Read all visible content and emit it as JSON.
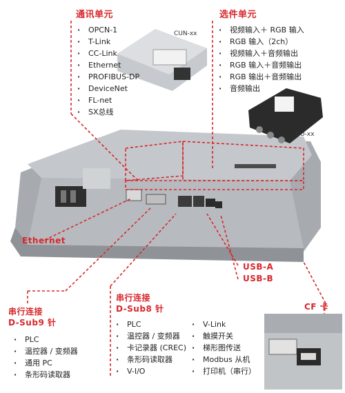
{
  "comm_unit": {
    "title": "通讯单元",
    "items": [
      "OPCN-1",
      "T-Link",
      "CC-Link",
      "Ethernet",
      "PROFIBUS-DP",
      "DeviceNet",
      "FL-net",
      "SX总线"
    ]
  },
  "option_unit": {
    "title": "选件单元",
    "items": [
      "视频输入＋ RGB 输入",
      "RGB 输入（2ch）",
      "视频输入＋音频输出",
      "RGB 输入＋音频输出",
      "RGB 输出＋音频输出",
      "音频输出"
    ]
  },
  "cun_label": "CUN-xx",
  "gu_label": "GU-xx",
  "ethernet_label": "Ethernet",
  "usb_a_label": "USB-A",
  "usb_b_label": "USB-B",
  "cf_label": "CF 卡",
  "serial_dsub9": {
    "title_line1": "串行连接",
    "title_line2": "D-Sub9 针",
    "items": [
      "PLC",
      "温控器 / 变频器",
      "通用 PC",
      "条形码读取器"
    ]
  },
  "serial_dsub8": {
    "title_line1": "串行连接",
    "title_line2": "D-Sub8 针",
    "items": [
      "PLC",
      "温控器 / 变频器",
      "卡记录器 (CREC)",
      "条形码读取器",
      "V-I/O"
    ],
    "items2": [
      "V-Link",
      "触摸开关",
      "梯形图传送",
      "Modbus 从机",
      "打印机（串行）"
    ]
  },
  "colors": {
    "accent": "#d7262b",
    "device": "#c9ccd0",
    "device_dark": "#9ea3a8"
  }
}
